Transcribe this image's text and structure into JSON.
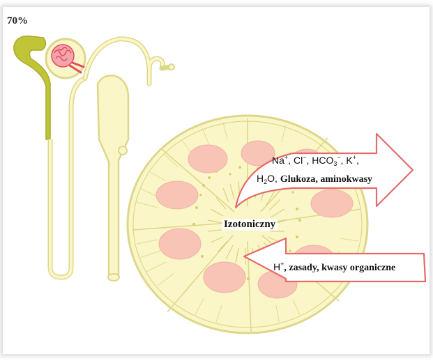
{
  "diagram": {
    "percent_label": "70%",
    "center_label": "Izotoniczny",
    "reabsorption": {
      "ions_line1": [
        {
          "base": "Na",
          "sup": "+",
          "sub": "",
          "after": ", "
        },
        {
          "base": "Cl",
          "sup": "−",
          "sub": "",
          "after": ", "
        },
        {
          "base": "HCO",
          "sub": "3",
          "sup": "−",
          "after": ", "
        },
        {
          "base": "K",
          "sup": "+",
          "sub": "",
          "after": ","
        }
      ],
      "water_base": "H",
      "water_sub": "2",
      "water_after": "O,",
      "bold_text": "Glukoza, aminokwasy"
    },
    "secretion": {
      "ion_base": "H",
      "ion_sup": "+",
      "bold_text": ", zasady, kwasy organiczne"
    },
    "colors": {
      "cell_fill": "#fbf6c8",
      "cell_stroke": "#ddd78a",
      "nucleus": "#f7c4b6",
      "proximal_tubule": "#c2c437",
      "glomerulus": "#e24c5c",
      "arrow_stroke": "#e46b6b"
    },
    "icons": [
      "nephron-icon",
      "tubule-cross-section-icon"
    ]
  }
}
